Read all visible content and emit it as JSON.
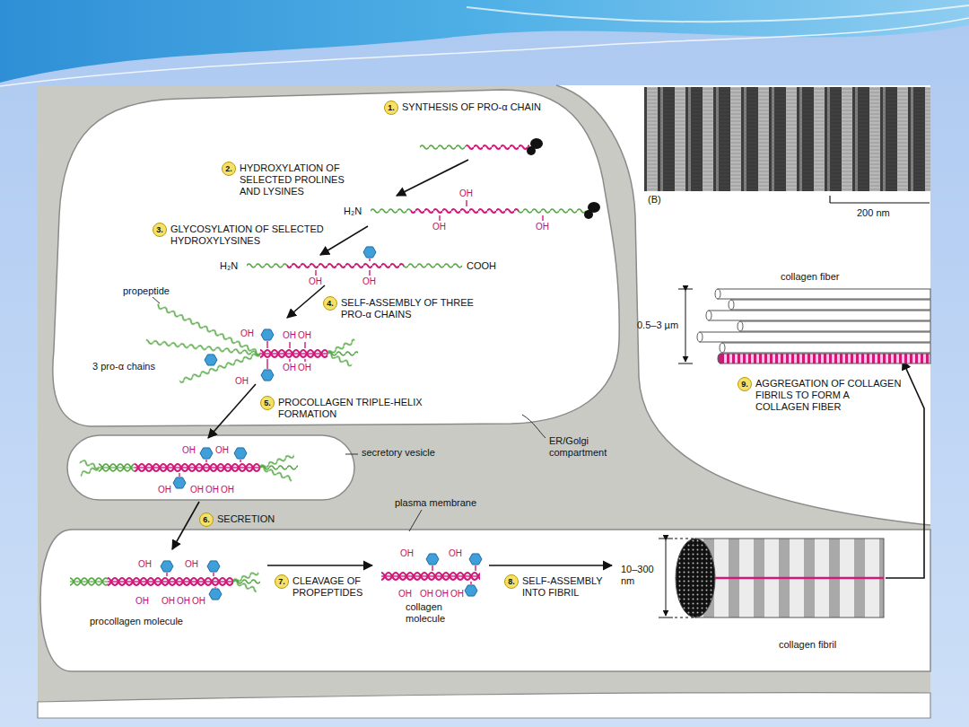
{
  "diagram": {
    "nodes": [
      {
        "text": [
          "1.",
          "SYNTHESIS OF PRO-α CHAIN"
        ]
      },
      {
        "text": [
          "2.",
          "HYDROXYLATION OF SELECTED PROLINES AND LYSINES"
        ]
      },
      {
        "text": [
          "3.",
          "GLYCOSYLATION OF SELECTED HYDROXYLYSINES"
        ]
      },
      {
        "text": [
          "4.",
          "SELF-ASSEMBLY OF THREE PRO-α CHAINS"
        ]
      },
      {
        "text": [
          "5.",
          "PROCOLLAGEN TRIPLE-HELIX FORMATION"
        ]
      },
      {
        "text": [
          "6.",
          "SECRETION"
        ]
      },
      {
        "text": [
          "7.",
          "CLEAVAGE OF PROPEPTIDES"
        ]
      },
      {
        "text": [
          "8.",
          "SELF-ASSEMBLY INTO FIBRIL"
        ]
      },
      {
        "text": [
          "9.",
          "AGGREGATION OF COLLAGEN FIBRILS TO FORM A COLLAGEN FIBER"
        ]
      }
    ],
    "labels": [
      "(B)",
      "200 nm",
      "H₂N",
      "OH",
      "OH",
      "OH",
      "H₂N",
      "COOH",
      "OH",
      "OH",
      "collagen fiber",
      "propeptide",
      "0.5–3 µm",
      "OH",
      "OH",
      "OH",
      "3 pro-α chains",
      "OH",
      "OH",
      "OH",
      "ER/Golgi compartment",
      "secretory vesicle",
      "OH",
      "OH",
      "OH",
      "OH",
      "OH",
      "OH",
      "plasma membrane",
      "OH",
      "OH",
      "OH",
      "OH",
      "OH",
      "OH",
      "10–300 nm",
      "OH",
      "OH",
      "OH",
      "OH",
      "OH",
      "OH",
      "procollagen molecule",
      "collagen molecule",
      "collagen fibril"
    ]
  }
}
